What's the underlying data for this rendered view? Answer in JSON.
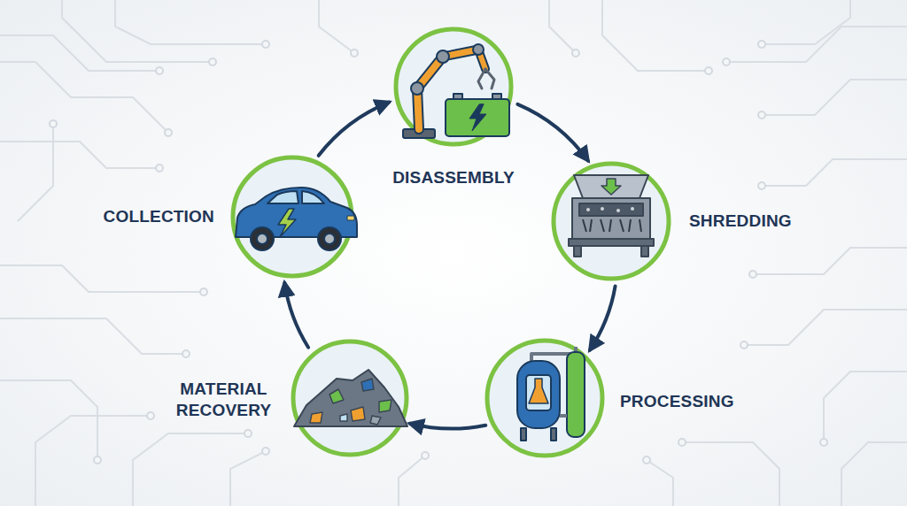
{
  "diagram": {
    "nodes": [
      {
        "text": [
          "COLLECTION"
        ]
      },
      {
        "text": [
          "DISASSEMBLY"
        ]
      },
      {
        "text": [
          "SHREDDING"
        ]
      },
      {
        "text": [
          "PROCESSING"
        ]
      },
      {
        "text": [
          "MATERIAL RECOVERY"
        ]
      }
    ],
    "edges": [
      {
        "from": 0,
        "to": 1,
        "arrow": "to"
      },
      {
        "from": 1,
        "to": 2,
        "arrow": "to"
      },
      {
        "from": 2,
        "to": 3,
        "arrow": "to"
      },
      {
        "from": 3,
        "to": 4,
        "arrow": "to"
      },
      {
        "from": 4,
        "to": 0,
        "arrow": "to"
      }
    ]
  }
}
